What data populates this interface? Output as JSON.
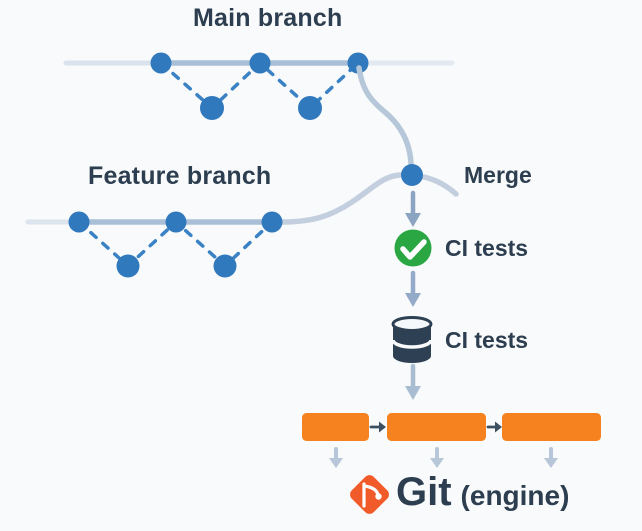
{
  "diagram": {
    "main_branch": {
      "title": "Main branch",
      "commit_count": 3,
      "side_commit_count": 2
    },
    "feature_branch": {
      "title": "Feature branch",
      "commit_count": 3,
      "side_commit_count": 2
    },
    "merge": {
      "label": "Merge"
    },
    "ci_check": {
      "label": "CI tests",
      "status": "passed"
    },
    "artifact_store": {
      "label": "CI tests"
    },
    "pipeline": {
      "stage_count": 3
    },
    "git_engine": {
      "name": "Git",
      "qualifier": "(engine)"
    }
  },
  "icons": {
    "check": "check-circle",
    "database": "database-cylinder",
    "git": "git-branch-diamond",
    "arrow_down": "down-arrow",
    "arrow_right": "right-arrow"
  },
  "colors": {
    "background": "#f8fafb",
    "text_navy": "#2d3e50",
    "commit_blue": "#3179bd",
    "dashed_blue": "#3b82c5",
    "line_mid": "#a9bfd7",
    "line_light": "#dae3ed",
    "curve": "#bccadb",
    "arrow_dark": "#8aa4c2",
    "arrow_light": "#b0c2d6",
    "success_green": "#2aa742",
    "database_navy": "#2e4154",
    "pipeline_orange": "#f5821f",
    "git_orange": "#f15b2a"
  }
}
